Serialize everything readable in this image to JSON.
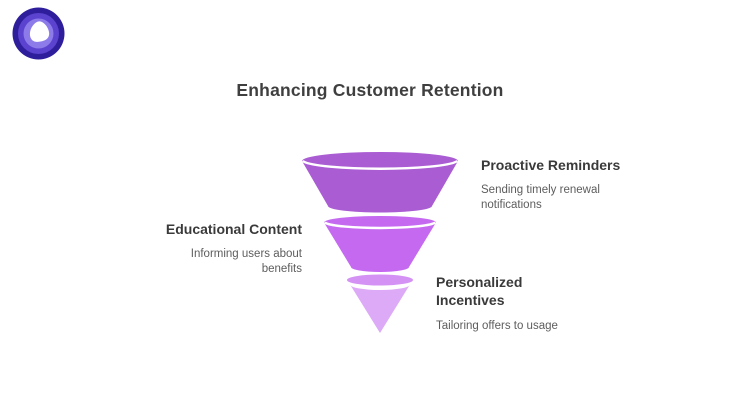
{
  "title": "Enhancing Customer Retention",
  "logo": {
    "icon": "brand-logo-icon",
    "colors": {
      "outer": "#2e1e9c",
      "mid": "#5b42cf",
      "inner": "#8d7be9",
      "core": "#ffffff"
    }
  },
  "funnel": {
    "type": "funnel",
    "separator_color": "#ffffff",
    "stages": [
      {
        "label": "Proactive Reminders",
        "description": "Sending timely renewal notifications",
        "color": "#aa5cd3",
        "cap_color": "#aa5cd3",
        "label_side": "right"
      },
      {
        "label": "Educational Content",
        "description": "Informing users about benefits",
        "color": "#c469f0",
        "cap_color": "#c469f0",
        "label_side": "left"
      },
      {
        "label": "Personalized Incentives",
        "description": "Tailoring offers to usage",
        "color": "#dcaaf7",
        "cap_color": "#d392f4",
        "label_side": "right"
      }
    ]
  },
  "colors": {
    "background": "#ffffff",
    "title_text": "#3f3f3f",
    "label_text": "#3a3a3a",
    "description_text": "#5d5d5d"
  }
}
